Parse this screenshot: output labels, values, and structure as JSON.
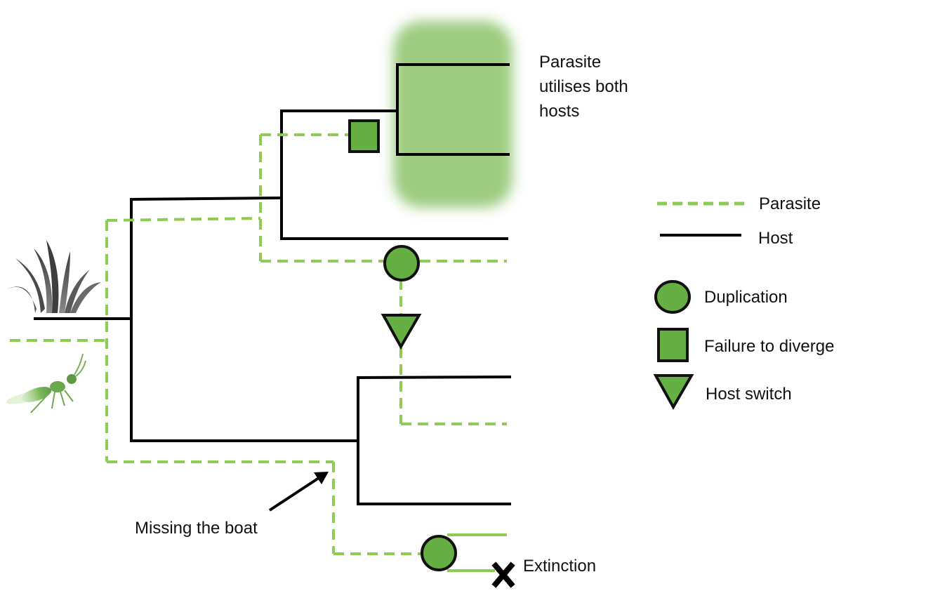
{
  "labels": {
    "utilises_line1": "Parasite",
    "utilises_line2": "utilises both",
    "utilises_line3": "hosts",
    "missing_the_boat": "Missing the boat",
    "extinction": "Extinction"
  },
  "legend": {
    "parasite": "Parasite",
    "host": "Host",
    "duplication": "Duplication",
    "failure_to_diverge": "Failure to diverge",
    "host_switch": "Host switch"
  },
  "colors": {
    "parasite": "#8ccc55",
    "host": "#000000",
    "marker_fill": "#66b043",
    "highlight": "#8cc269"
  },
  "icons": {
    "host_icon": "grass-icon",
    "parasite_icon": "wasp-icon",
    "extinction_icon": "cross-icon"
  }
}
